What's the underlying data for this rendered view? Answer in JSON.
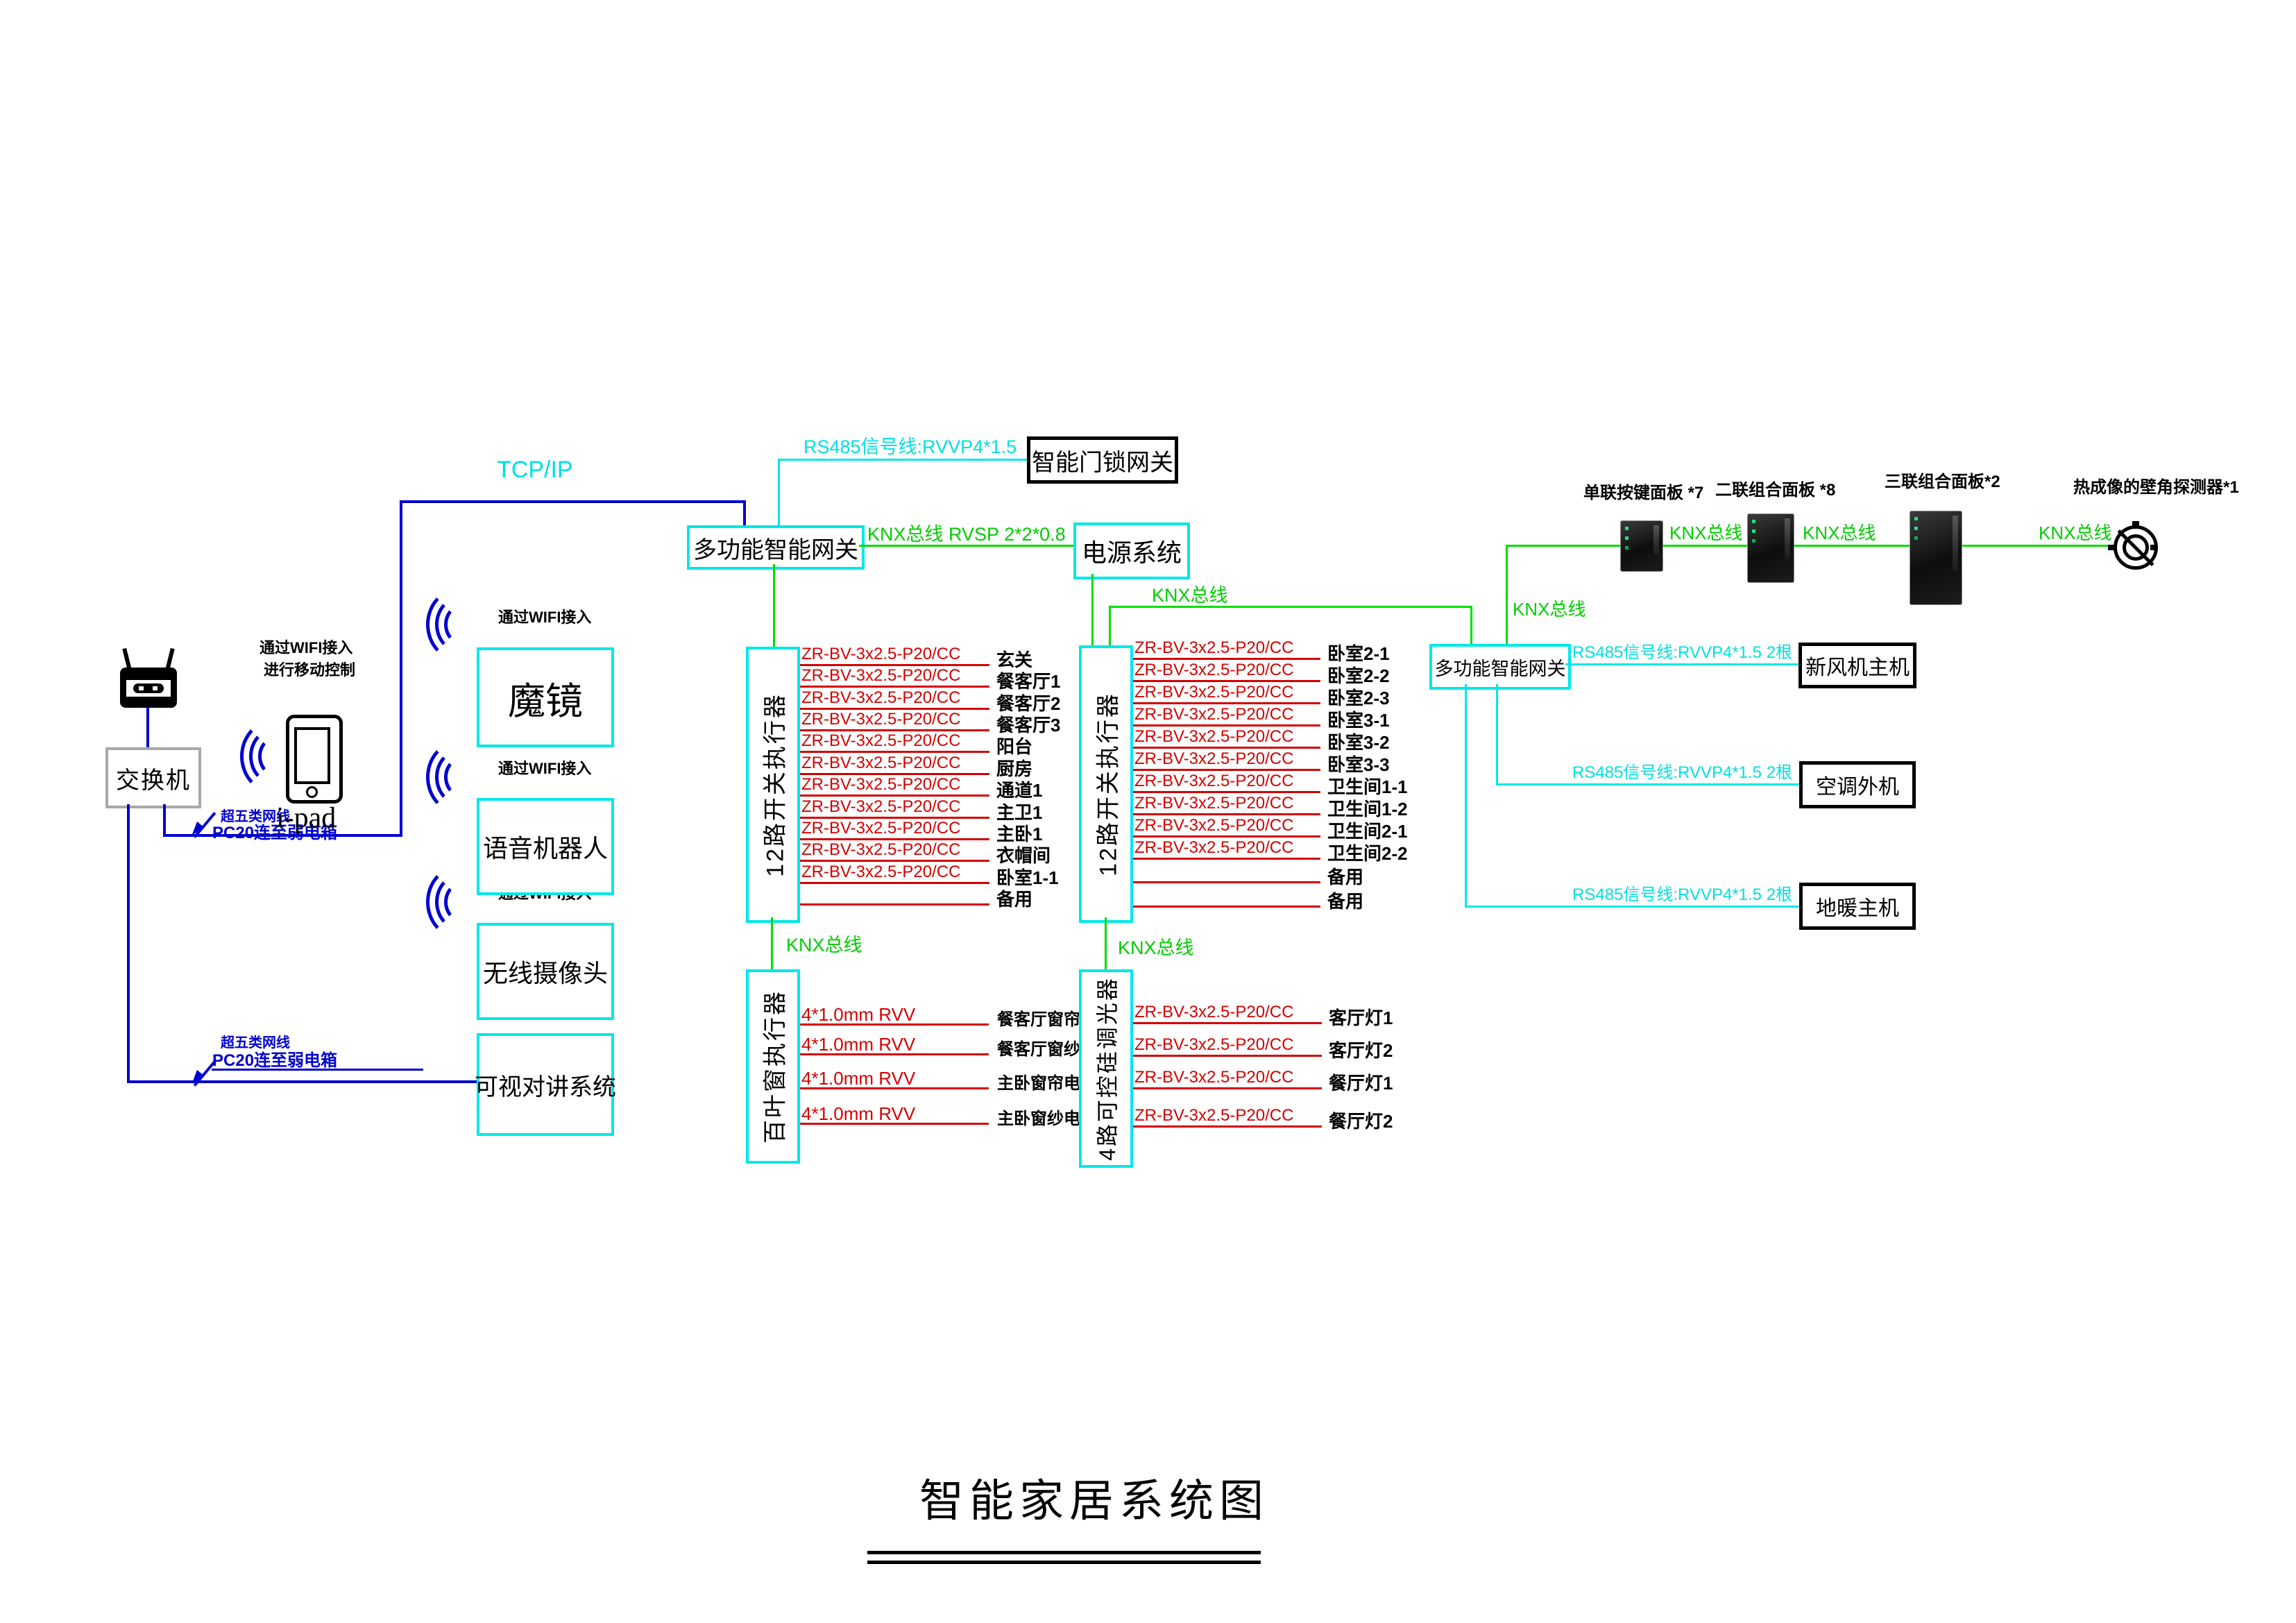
{
  "title": {
    "text": "智能家居系统图"
  },
  "colors": {
    "cyan": "#00e8e8",
    "blue": "#0000d0",
    "green": "#00dd00",
    "red": "#d40000"
  },
  "left": {
    "switch_label": "交换机",
    "ipad_label": "i-pad",
    "tcpip_label": "TCP/IP",
    "wifi_note": {
      "line1": "通过WIFI接入",
      "line2": "进行移动控制"
    },
    "wifi_access_label": "通过WIFI接入",
    "cat5_label": "超五类网线",
    "pc20_label": "PC20连至弱电箱",
    "devices": {
      "mirror": "魔镜",
      "voice_robot": "语音机器人",
      "wireless_camera": "无线摄像头",
      "video_intercom": "可视对讲系统"
    }
  },
  "center": {
    "gateway1_label": "多功能智能网关",
    "rs485_doorlock_label": "RS485信号线:RVVP4*1.5",
    "doorlock_label": "智能门锁网关",
    "knx_rvsp_label": "KNX总线 RVSP 2*2*0.8",
    "power_label": "电源系统",
    "knx_bus_label": "KNX总线",
    "actuator1": {
      "title": "12路开关执行器",
      "rows": [
        {
          "cable": "ZR-BV-3x2.5-P20/CC",
          "room": "玄关"
        },
        {
          "cable": "ZR-BV-3x2.5-P20/CC",
          "room": "餐客厅1"
        },
        {
          "cable": "ZR-BV-3x2.5-P20/CC",
          "room": "餐客厅2"
        },
        {
          "cable": "ZR-BV-3x2.5-P20/CC",
          "room": "餐客厅3"
        },
        {
          "cable": "ZR-BV-3x2.5-P20/CC",
          "room": "阳台"
        },
        {
          "cable": "ZR-BV-3x2.5-P20/CC",
          "room": "厨房"
        },
        {
          "cable": "ZR-BV-3x2.5-P20/CC",
          "room": "通道1"
        },
        {
          "cable": "ZR-BV-3x2.5-P20/CC",
          "room": "主卫1"
        },
        {
          "cable": "ZR-BV-3x2.5-P20/CC",
          "room": "主卧1"
        },
        {
          "cable": "ZR-BV-3x2.5-P20/CC",
          "room": "衣帽间"
        },
        {
          "cable": "ZR-BV-3x2.5-P20/CC",
          "room": "卧室1-1"
        },
        {
          "cable": "",
          "room": "备用"
        }
      ]
    },
    "blinds": {
      "title": "百叶窗执行器",
      "rows": [
        {
          "cable": "4*1.0mm RVV",
          "room": "餐客厅窗帘电机"
        },
        {
          "cable": "4*1.0mm RVV",
          "room": "餐客厅窗纱电机"
        },
        {
          "cable": "4*1.0mm RVV",
          "room": "主卧窗帘电机"
        },
        {
          "cable": "4*1.0mm RVV",
          "room": "主卧窗纱电机"
        }
      ]
    },
    "actuator2": {
      "title": "12路开关执行器",
      "rows": [
        {
          "cable": "ZR-BV-3x2.5-P20/CC",
          "room": "卧室2-1"
        },
        {
          "cable": "ZR-BV-3x2.5-P20/CC",
          "room": "卧室2-2"
        },
        {
          "cable": "ZR-BV-3x2.5-P20/CC",
          "room": "卧室2-3"
        },
        {
          "cable": "ZR-BV-3x2.5-P20/CC",
          "room": "卧室3-1"
        },
        {
          "cable": "ZR-BV-3x2.5-P20/CC",
          "room": "卧室3-2"
        },
        {
          "cable": "ZR-BV-3x2.5-P20/CC",
          "room": "卧室3-3"
        },
        {
          "cable": "ZR-BV-3x2.5-P20/CC",
          "room": "卫生间1-1"
        },
        {
          "cable": "ZR-BV-3x2.5-P20/CC",
          "room": "卫生间1-2"
        },
        {
          "cable": "ZR-BV-3x2.5-P20/CC",
          "room": "卫生间2-1"
        },
        {
          "cable": "ZR-BV-3x2.5-P20/CC",
          "room": "卫生间2-2"
        },
        {
          "cable": "",
          "room": "备用"
        },
        {
          "cable": "",
          "room": "备用"
        }
      ]
    },
    "dimmer": {
      "title": "4路可控硅调光器",
      "rows": [
        {
          "cable": "ZR-BV-3x2.5-P20/CC",
          "room": "客厅灯1"
        },
        {
          "cable": "ZR-BV-3x2.5-P20/CC",
          "room": "客厅灯2"
        },
        {
          "cable": "ZR-BV-3x2.5-P20/CC",
          "room": "餐厅灯1"
        },
        {
          "cable": "ZR-BV-3x2.5-P20/CC",
          "room": "餐厅灯2"
        }
      ]
    }
  },
  "right": {
    "gateway2_label": "多功能智能网关",
    "knx_bus_label": "KNX总线",
    "panel1_label": "单联按键面板 *7",
    "panel2_label": "二联组合面板 *8",
    "panel3_label": "三联组合面板*2",
    "detector_label": "热成像的壁角探测器*1",
    "links": [
      {
        "label": "RS485信号线:RVVP4*1.5  2根",
        "target": "新风机主机"
      },
      {
        "label": "RS485信号线:RVVP4*1.5  2根",
        "target": "空调外机"
      },
      {
        "label": "RS485信号线:RVVP4*1.5  2根",
        "target": "地暖主机"
      }
    ]
  }
}
